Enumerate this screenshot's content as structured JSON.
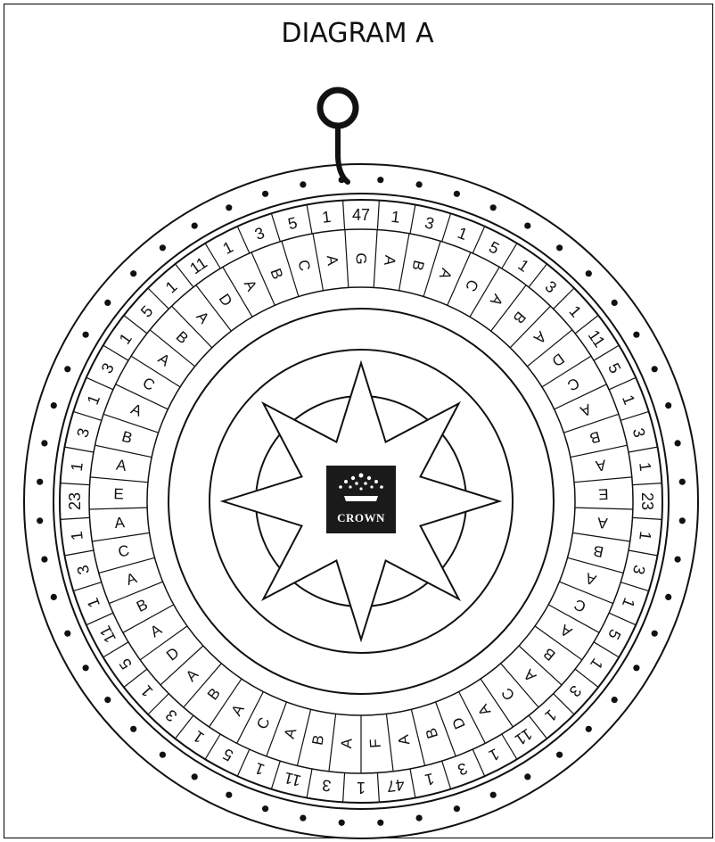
{
  "title": "DIAGRAM A",
  "logo_text": "CROWN",
  "colors": {
    "ink": "#111111",
    "paper": "#ffffff",
    "logo_bg": "#1a1a1a"
  },
  "wheel": {
    "outer_labels": [
      "47",
      "1",
      "3",
      "1",
      "5",
      "1",
      "3",
      "1",
      "11",
      "5",
      "1",
      "3",
      "1",
      "23",
      "1",
      "3",
      "1",
      "5",
      "1",
      "3",
      "1",
      "11",
      "1",
      "3",
      "1",
      "47",
      "1",
      "3",
      "11",
      "1",
      "5",
      "1",
      "3",
      "1",
      "5",
      "11",
      "1",
      "3",
      "1",
      "23",
      "1",
      "3",
      "1",
      "3",
      "1",
      "5",
      "1",
      "11",
      "1",
      "3",
      "5",
      "1"
    ],
    "inner_labels": [
      "G",
      "A",
      "B",
      "A",
      "C",
      "A",
      "B",
      "A",
      "D",
      "C",
      "A",
      "B",
      "A",
      "E",
      "A",
      "B",
      "A",
      "C",
      "A",
      "B",
      "A",
      "C",
      "A",
      "D",
      "B",
      "A",
      "F",
      "A",
      "B",
      "A",
      "C",
      "A",
      "B",
      "A",
      "D",
      "A",
      "B",
      "A",
      "C",
      "A",
      "E",
      "A",
      "B",
      "A",
      "C",
      "A",
      "B",
      "A",
      "D",
      "A",
      "B",
      "C",
      "A"
    ],
    "pointer_icon": "pointer-peg-icon",
    "center_icon": "compass-star-icon",
    "logo_icon": "crown-icon"
  }
}
